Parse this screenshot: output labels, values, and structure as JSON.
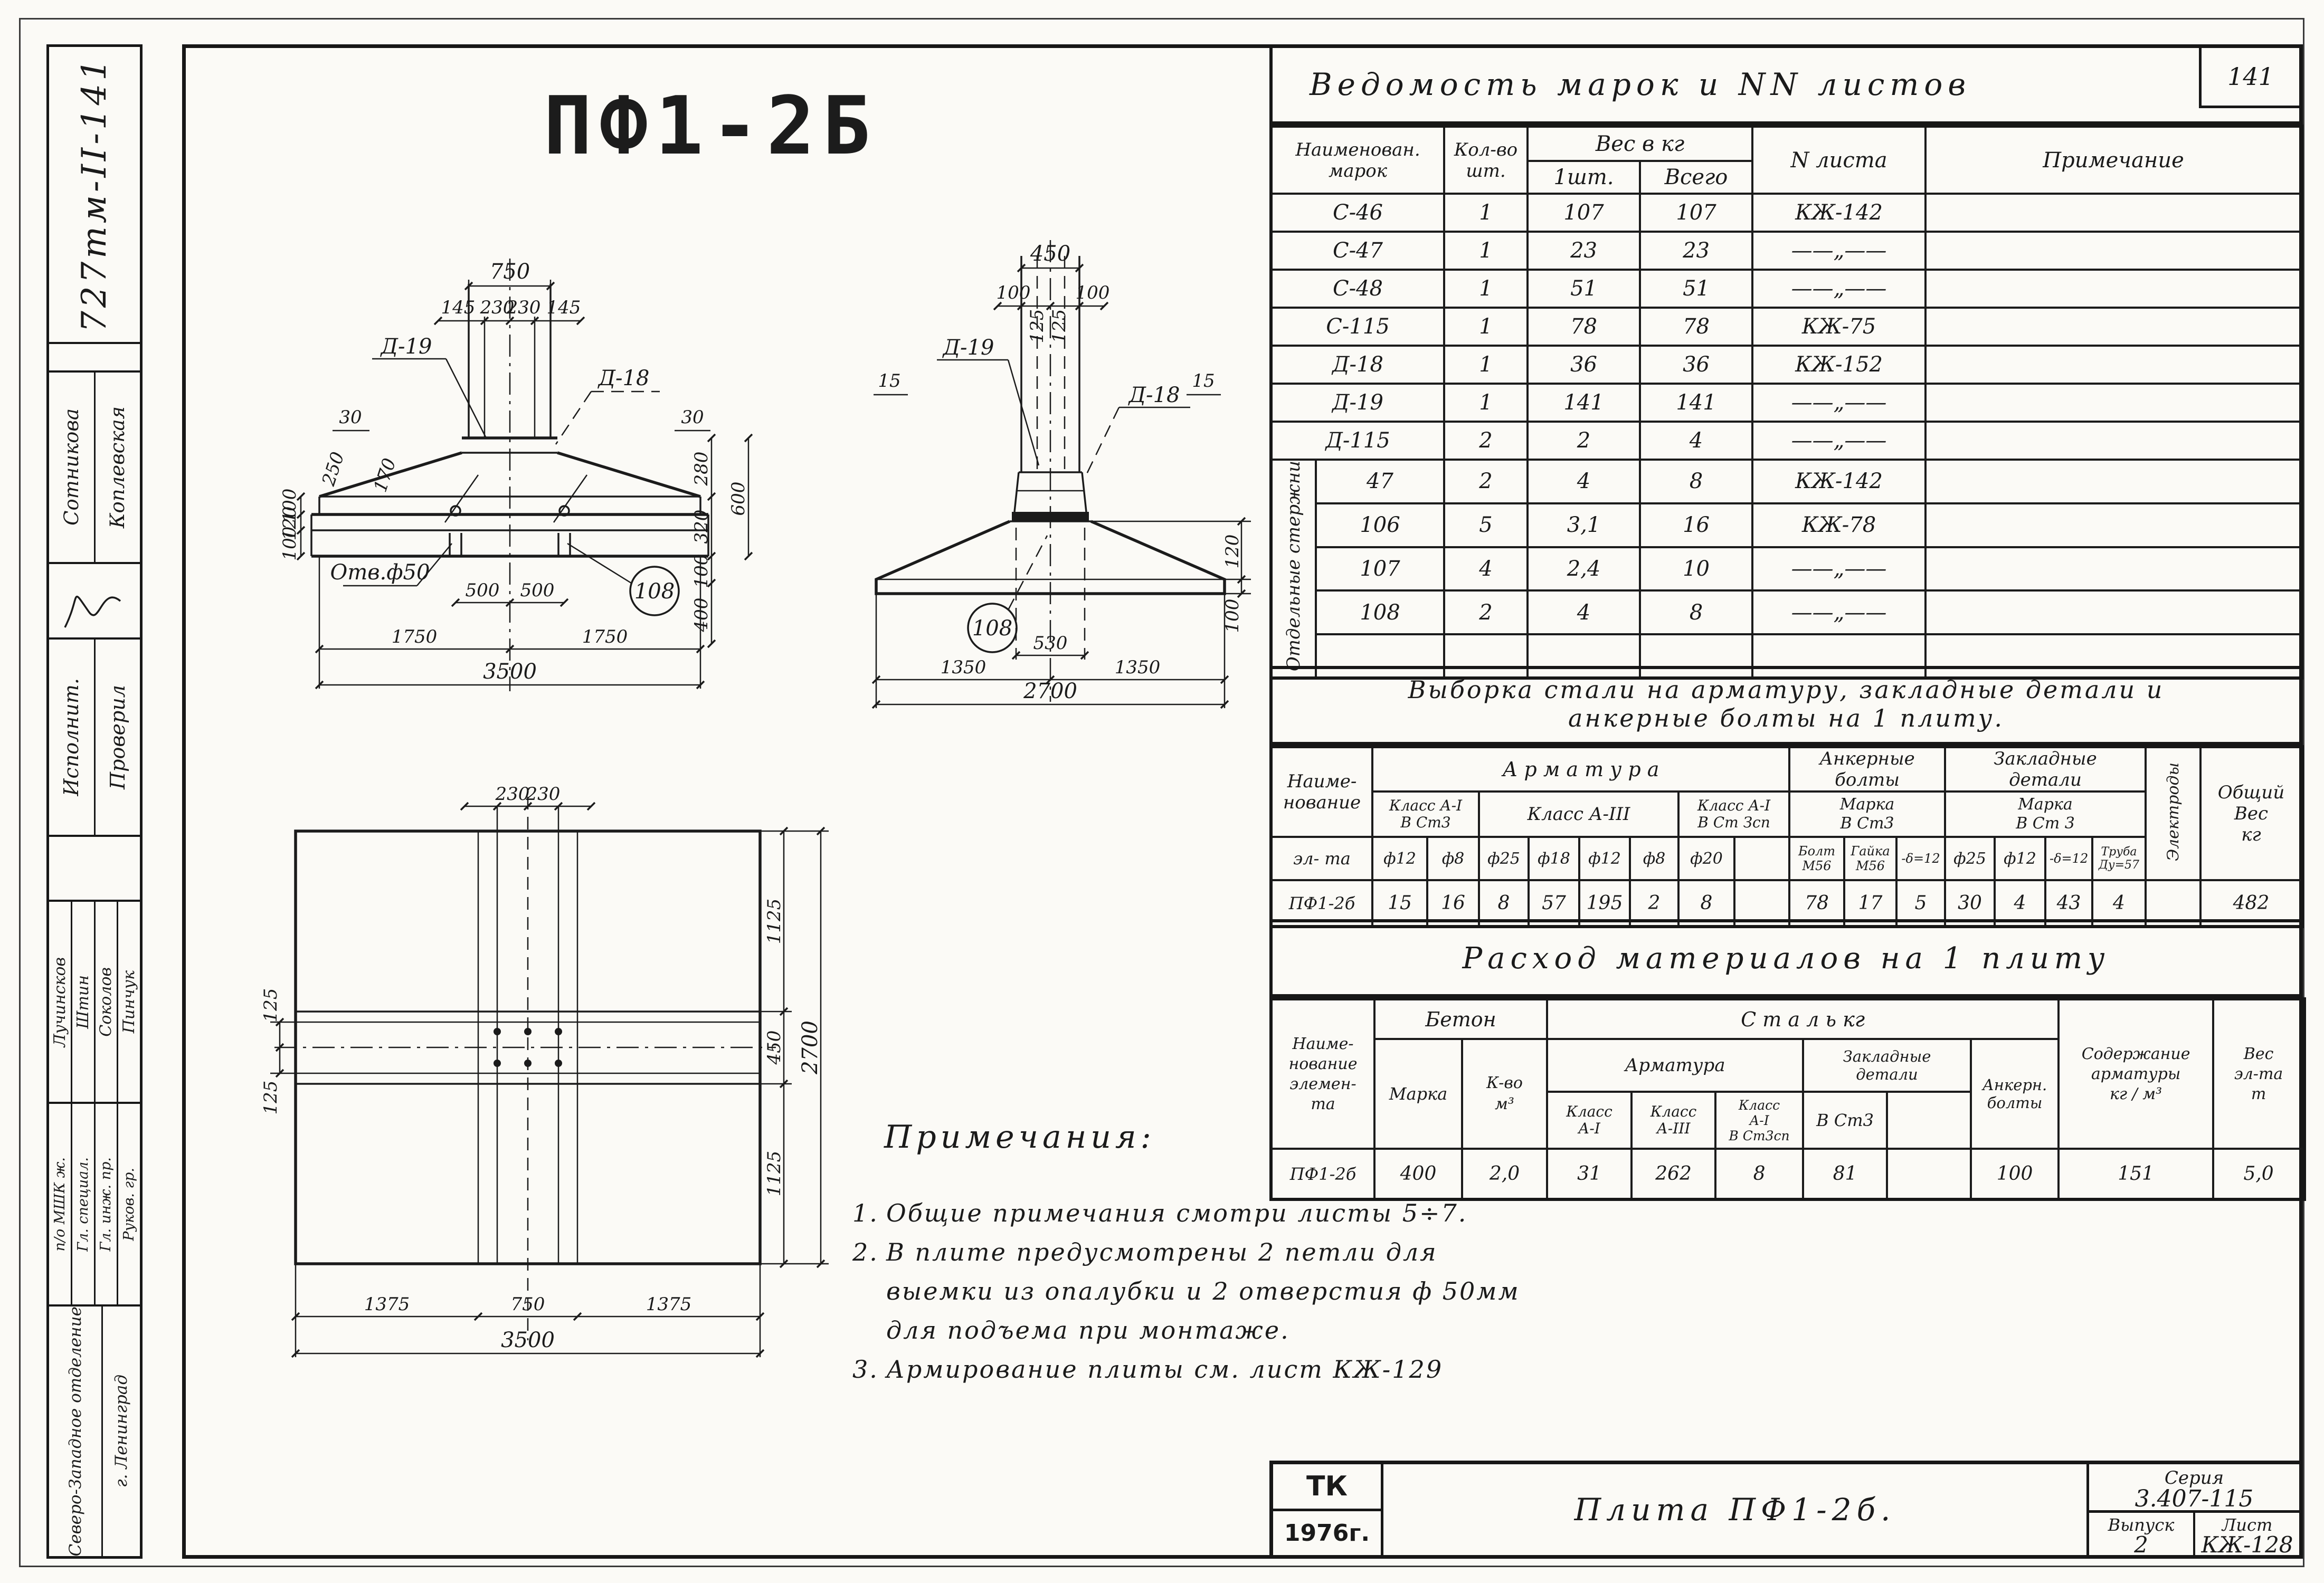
{
  "page": {
    "sheet_number": "141"
  },
  "main_title": "ПФ1-2Б",
  "side_stamp": {
    "doc_number": "727тм-II-141",
    "pair1": {
      "c1": "Сотникова",
      "c2": "Коплевская"
    },
    "pair2": {
      "c1": "Исполнит.",
      "c2": "Проверил"
    },
    "names": [
      "Лучинсков",
      "Штин",
      "Соколов",
      "Пинчук"
    ],
    "roles": [
      "п/о МШК ж.",
      "Гл. специал.",
      "Гл. инж. пр.",
      "Руков. гр."
    ],
    "org": "Северо-Западное отделение",
    "city": "г. Ленинград"
  },
  "vedomost": {
    "title": "Ведомость  марок  и  NN листов",
    "col_name_l1": "Наименован.",
    "col_name_l2": "марок",
    "col_qty_l1": "Кол-во",
    "col_qty_l2": "шт.",
    "col_weight": "Вес  в  кг",
    "col_w1": "1шт.",
    "col_wall": "Всего",
    "col_sheet": "N листа",
    "col_note": "Примечание",
    "group_label": "Отдельные стержни",
    "rows": [
      [
        "С-46",
        "1",
        "107",
        "107",
        "КЖ-142"
      ],
      [
        "С-47",
        "1",
        "23",
        "23",
        "——„——"
      ],
      [
        "С-48",
        "1",
        "51",
        "51",
        "——„——"
      ],
      [
        "С-115",
        "1",
        "78",
        "78",
        "КЖ-75"
      ],
      [
        "Д-18",
        "1",
        "36",
        "36",
        "КЖ-152"
      ],
      [
        "Д-19",
        "1",
        "141",
        "141",
        "——„——"
      ],
      [
        "Д-115",
        "2",
        "2",
        "4",
        "——„——"
      ],
      [
        "47",
        "2",
        "4",
        "8",
        "КЖ-142"
      ],
      [
        "106",
        "5",
        "3,1",
        "16",
        "КЖ-78"
      ],
      [
        "107",
        "4",
        "2,4",
        "10",
        "——„——"
      ],
      [
        "108",
        "2",
        "4",
        "8",
        "——„——"
      ]
    ]
  },
  "steel": {
    "title1": "Выборка стали на арматуру,   закладные   детали   и",
    "title2": "анкерные    болты    на 1 плиту.",
    "h_name_l1": "Наиме-",
    "h_name_l2": "нование",
    "h_arm": "А р м а т у р а",
    "h_anchor_l1": "Анкерные",
    "h_anchor_l2": "болты",
    "h_embed_l1": "Закладные",
    "h_embed_l2": "детали",
    "h_elec": "Электроды",
    "h_total_l1": "Общий",
    "h_total_l2": "Вес",
    "h_total_l3": "кг",
    "cls1_l1": "Класс А-I",
    "cls1_l2": "В Ст3",
    "cls2": "Класс  А-III",
    "cls3_l1": "Класс А-I",
    "cls3_l2": "В Ст Зсп",
    "mark_a_l1": "Марка",
    "mark_a_l2": "В Ст3",
    "mark_b_l1": "Марка",
    "mark_b_l2": "В Ст 3",
    "size_name": "эл- та",
    "sizes": [
      "ф12",
      "ф8",
      "ф25",
      "ф18",
      "ф12",
      "ф8",
      "ф20",
      "",
      "Болт М56",
      "Гайка М56",
      "-δ=12",
      "ф25",
      "ф12",
      "-δ=12",
      "Труба Ду=57"
    ],
    "row_name": "ПФ1-2б",
    "values": [
      "15",
      "16",
      "8",
      "57",
      "195",
      "2",
      "8",
      "",
      "78",
      "17",
      "5",
      "30",
      "4",
      "43",
      "4",
      "",
      "482"
    ]
  },
  "materials": {
    "title": "Расход  материалов  на  1 плиту",
    "h_name_l1": "Наиме-",
    "h_name_l2": "нование",
    "h_name_l3": "элемен-",
    "h_name_l4": "та",
    "h_concrete": "Бетон",
    "h_steel": "С т а л ь      кг",
    "h_mark": "Марка",
    "h_qty_l1": "К-во",
    "h_qty_l2": "м³",
    "h_arm": "Арматура",
    "h_embed_l1": "Закладные",
    "h_embed_l2": "детали",
    "h_anchor_l1": "Анкерн.",
    "h_anchor_l2": "болты",
    "c1_l1": "Класс",
    "c1_l2": "А-I",
    "c2_l1": "Класс",
    "c2_l2": "А-III",
    "c3_l1": "Класс",
    "c3_l2": "А-I",
    "c3_l3": "В Ст3сп",
    "c4": "В Ст3",
    "h_content_l1": "Содержание",
    "h_content_l2": "арматуры",
    "h_content_l3": "кг / м³",
    "h_weight_l1": "Вес",
    "h_weight_l2": "эл-та",
    "h_weight_l3": "т",
    "row": [
      "ПФ1-2б",
      "400",
      "2,0",
      "31",
      "262",
      "8",
      "81",
      "",
      "100",
      "151",
      "5,0"
    ]
  },
  "notes": {
    "heading": "Примечания:",
    "items": [
      {
        "n": "1.",
        "t": "Общие  примечания  смотри  листы  5÷7."
      },
      {
        "n": "2.",
        "t": "В  плите  предусмотрены  2 петли  для"
      },
      {
        "n": "",
        "t": "выемки  из  опалубки  и  2 отверстия  ф 50мм"
      },
      {
        "n": "",
        "t": "для  подъема  при  монтаже."
      },
      {
        "n": "3.",
        "t": "Армирование    плиты    см.  лист  КЖ-129"
      }
    ]
  },
  "titleblock": {
    "tk": "ТК",
    "year": "1976г.",
    "title": "Плита  ПФ1-2б.",
    "series_label": "Серия",
    "series": "3.407-115",
    "issue_label": "Выпуск",
    "issue": "2",
    "sheet_label": "Лист",
    "sheet": "КЖ-128"
  },
  "drawings": {
    "front": {
      "labels": [
        "750",
        "145",
        "230",
        "230",
        "145",
        "Д-19",
        "Д-18",
        "30",
        "30",
        "250",
        "170",
        "100",
        "120",
        "100",
        "280",
        "320",
        "100",
        "400",
        "600",
        "Отв.ф50",
        "500",
        "500",
        "108",
        "1750",
        "1750",
        "3500"
      ]
    },
    "side": {
      "labels": [
        "450",
        "100",
        "125",
        "125",
        "100",
        "Д-19",
        "Д-18",
        "15",
        "15",
        "120",
        "100",
        "108",
        "530",
        "1350",
        "1350",
        "2700"
      ]
    },
    "plan": {
      "labels": [
        "230",
        "230",
        "125",
        "125",
        "1125",
        "450",
        "1125",
        "2700",
        "1375",
        "750",
        "1375",
        "3500"
      ]
    }
  }
}
